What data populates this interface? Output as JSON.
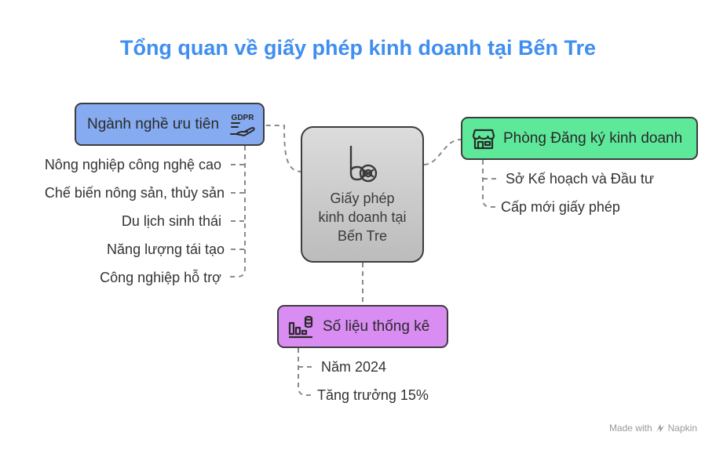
{
  "title": "Tổng quan về giấy phép kinh doanh tại Bến Tre",
  "center": {
    "label": "Giấy phép kinh doanh tại Bến Tre",
    "icon": "business-license-icon"
  },
  "branches": {
    "nganh_nghe": {
      "label": "Ngành nghề ưu tiên",
      "icon": "gdpr-hand-icon",
      "icon_text": "GDPR",
      "color": "#86abf0",
      "items": [
        "Nông nghiệp công nghệ cao",
        "Chế biến nông sản, thủy sản",
        "Du lịch sinh thái",
        "Năng lượng tái tạo",
        "Công nghiệp hỗ trợ"
      ]
    },
    "phong_dang_ky": {
      "label": "Phòng Đăng ký kinh doanh",
      "icon": "storefront-icon",
      "color": "#5de89a",
      "items": [
        "Sở Kế hoạch và Đầu tư",
        "Cấp mới giấy phép"
      ]
    },
    "so_lieu": {
      "label": "Số liệu thống kê",
      "icon": "bar-chart-database-icon",
      "color": "#d98cf2",
      "items": [
        "Năm 2024",
        "Tăng trưởng 15%"
      ]
    }
  },
  "footer": {
    "made_with": "Made with",
    "brand": "Napkin",
    "icon": "napkin-logo-icon"
  }
}
